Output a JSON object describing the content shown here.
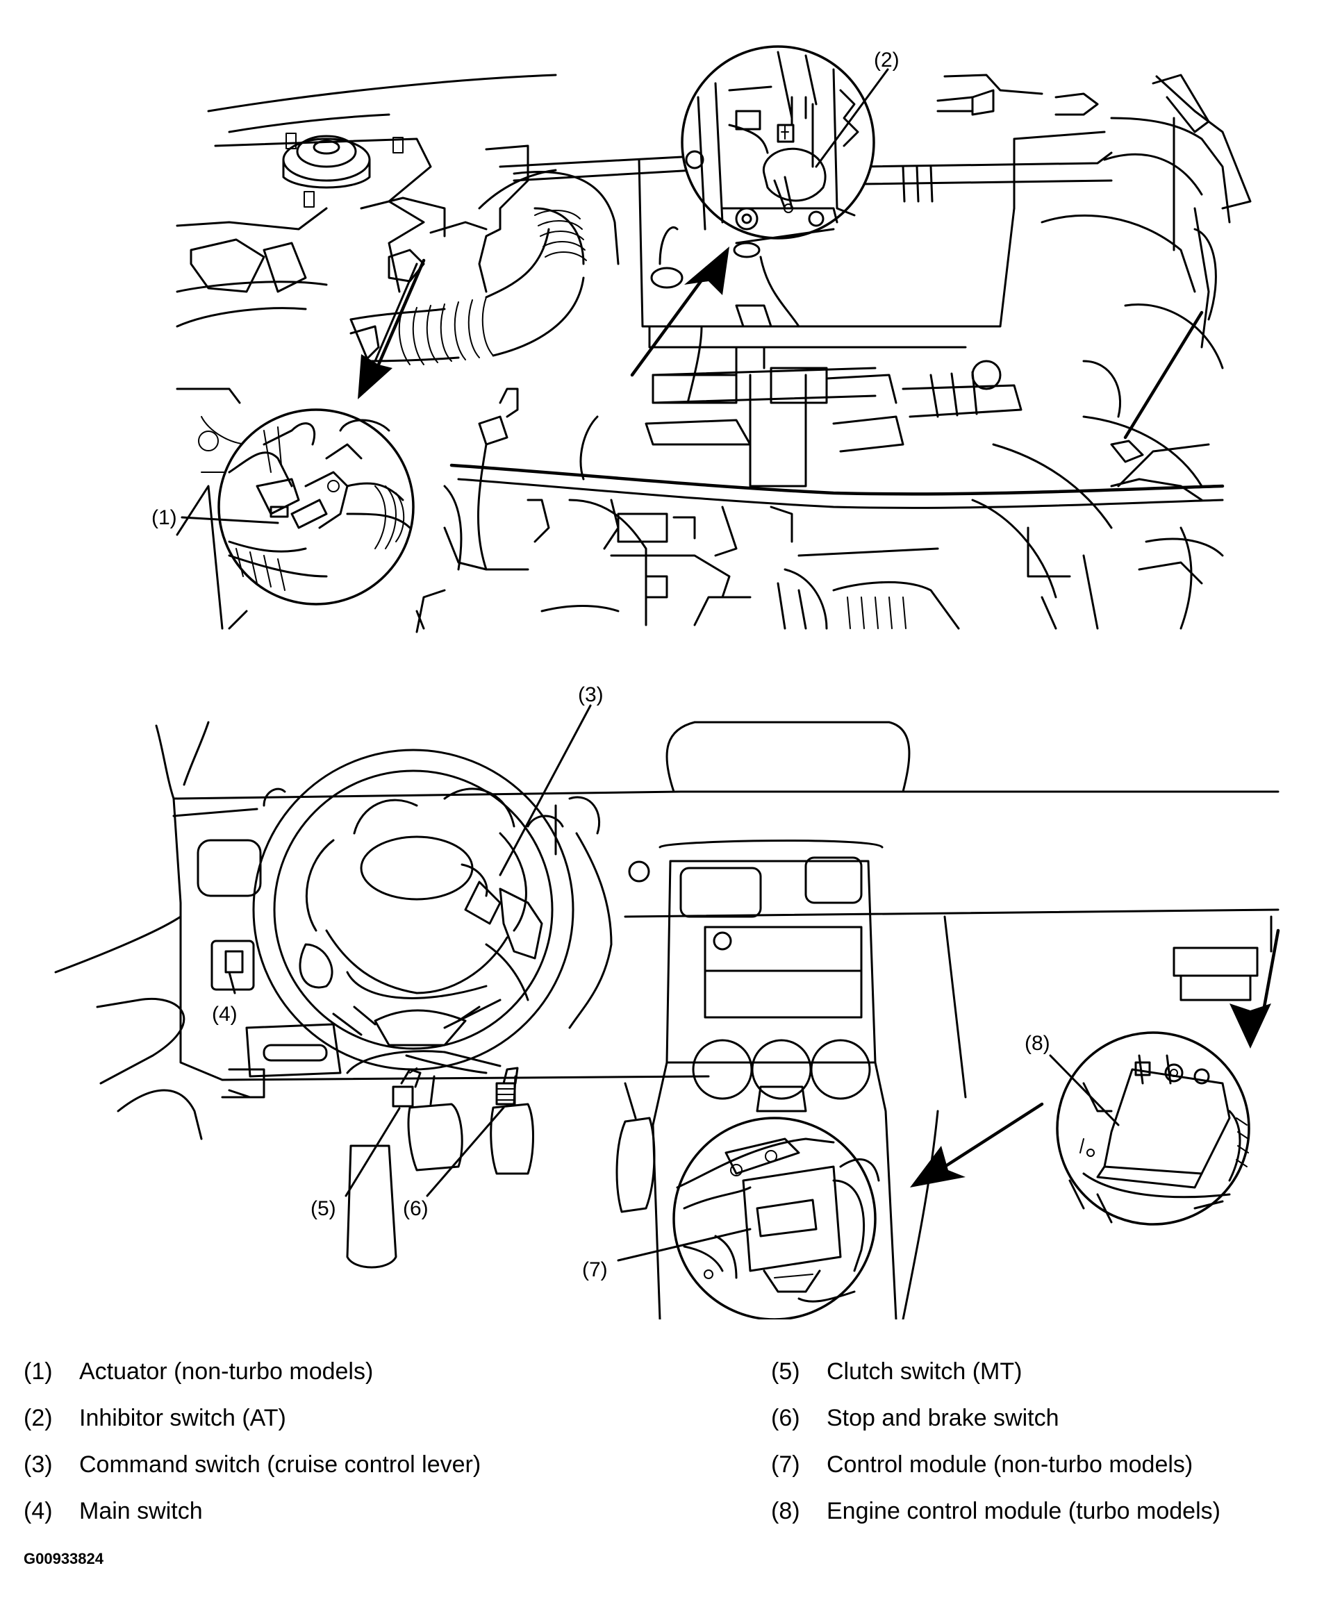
{
  "callouts": {
    "c1": "(1)",
    "c2": "(2)",
    "c3": "(3)",
    "c4": "(4)",
    "c5": "(5)",
    "c6": "(6)",
    "c7": "(7)",
    "c8": "(8)"
  },
  "legend": {
    "left": [
      {
        "num": "(1)",
        "text": "Actuator (non-turbo models)"
      },
      {
        "num": "(2)",
        "text": "Inhibitor switch (AT)"
      },
      {
        "num": "(3)",
        "text": "Command switch (cruise control lever)"
      },
      {
        "num": "(4)",
        "text": "Main switch"
      }
    ],
    "right": [
      {
        "num": "(5)",
        "text": "Clutch switch (MT)"
      },
      {
        "num": "(6)",
        "text": "Stop and brake switch"
      },
      {
        "num": "(7)",
        "text": "Control module (non-turbo models)"
      },
      {
        "num": "(8)",
        "text": "Engine control module (turbo models)"
      }
    ]
  },
  "figure_code": "G00933824"
}
